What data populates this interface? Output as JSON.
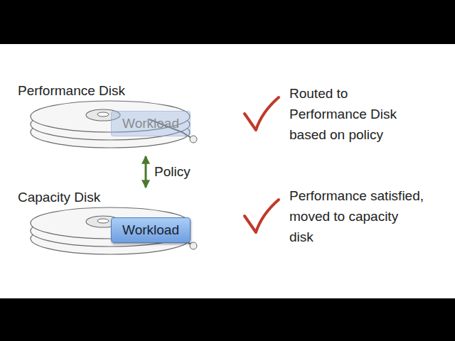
{
  "diagram": {
    "nodes": [
      {
        "text": [
          "Performance Disk"
        ]
      },
      {
        "text": [
          "Workload"
        ],
        "in": 0
      },
      {
        "text": [
          "Capacity Disk"
        ]
      },
      {
        "text": [
          "Workload"
        ],
        "in": 2
      }
    ],
    "edges": [
      {
        "from": 0,
        "to": 2,
        "label": "Policy",
        "arrow": "both"
      }
    ],
    "labels": [
      "Routed to Performance Disk based on policy",
      "Performance satisfied, moved to capacity disk"
    ]
  }
}
